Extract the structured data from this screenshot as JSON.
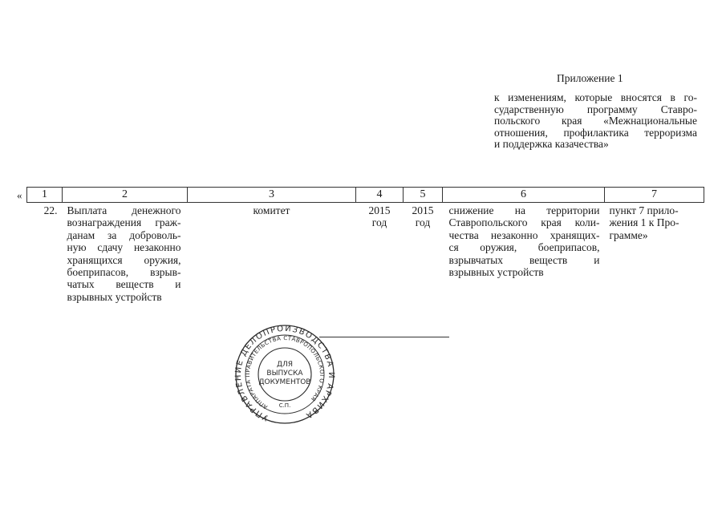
{
  "header": {
    "appendix_title": "Приложение 1",
    "appendix_description_lines": [
      "к изменениям, которые вносятся в го-",
      "сударственную программу Ставро-",
      "польского края «Межнациональные",
      "отношения, профилактика терроризма",
      "и поддержка казачества»"
    ]
  },
  "table": {
    "opening_quote": "«",
    "columns": [
      "1",
      "2",
      "3",
      "4",
      "5",
      "6",
      "7"
    ],
    "rows": [
      {
        "number": "22.",
        "description_lines": [
          "Выплата денежного",
          "вознаграждения граж-",
          "данам за доброволь-",
          "ную сдачу незаконно",
          "хранящихся оружия,",
          "боеприпасов, взрыв-",
          "чатых веществ и",
          "взрывных устройств"
        ],
        "executor": "комитет",
        "start_year": "2015",
        "start_unit": "год",
        "end_year": "2015",
        "end_unit": "год",
        "result_lines": [
          "снижение на территории",
          "Ставропольского края коли-",
          "чества незаконно хранящих-",
          "ся оружия, боеприпасов,",
          "взрывчатых веществ и",
          "взрывных устройств"
        ],
        "reference_lines": [
          "пункт 7 прило-",
          "жения 1 к Про-",
          "грамме»"
        ]
      }
    ]
  },
  "stamp": {
    "center_text": [
      "ДЛЯ",
      "ВЫПУСКА",
      "ДОКУМЕНТОВ"
    ],
    "outer_ring_text": "УПРАВЛЕНИЕ ДЕЛОПРОИЗВОДСТВА И АРХИВА",
    "inner_ring_text": "АППАРАТА ПРАВИТЕЛЬСТВА СТАВРОПОЛЬСКОГО КРАЯ",
    "code": "С.П."
  },
  "colors": {
    "ink": "#1a1a1a",
    "stamp": "#2a2a2a",
    "paper": "#ffffff"
  }
}
